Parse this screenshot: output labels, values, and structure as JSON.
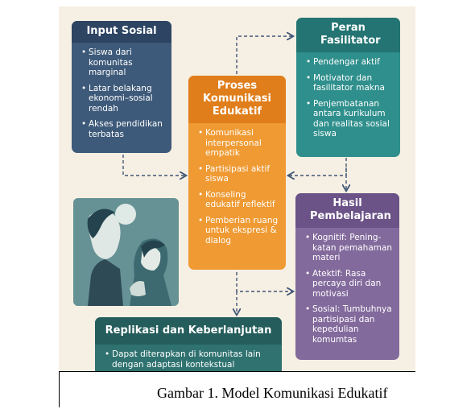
{
  "boxes": {
    "input": {
      "title": "Input Sosial",
      "items": [
        "Siswa dari komunitas marginal",
        "Latar belakang ekonomi–sosial rendah",
        "Akses pendidikan terbatas"
      ]
    },
    "peran": {
      "title": "Peran Fasilitator",
      "items": [
        "Pendengar aktif",
        "Motivator dan fasilitator makna",
        "Penjembatanan antara kurikulum dan realitas sosial siswa"
      ]
    },
    "proses": {
      "title": "Proses Komunikasi Edukatif",
      "items": [
        "Komunikasi interpersonal empatik",
        "Partisipasi aktif siswa",
        "Konseling edukatif reflektif",
        "Pemberian ruang untuk ekspresi & dialog"
      ]
    },
    "hasil": {
      "title": "Hasil Pembelajaran",
      "items": [
        "Kognitif: Pening-katan pemahaman materi",
        "Atektif: Rasa percaya diri dan motivasi",
        "Sosial: Tumbuhnya partisipasi dan kepedulian komumtas"
      ]
    },
    "replikasi": {
      "title": "Replikasi dan Keberlanjutan",
      "items": [
        "Dapat diterapkan di komunitas lain dengan adaptasi kontekstual"
      ]
    }
  },
  "caption": "Gambar 1. Model Komunikasi Edukatif",
  "colors": {
    "input": "#3e5a7a",
    "peran": "#2f8f8c",
    "proses": "#ef9a33",
    "hasil": "#836a9c",
    "replikasi": "#2f7270",
    "background": "#f6efe3"
  }
}
